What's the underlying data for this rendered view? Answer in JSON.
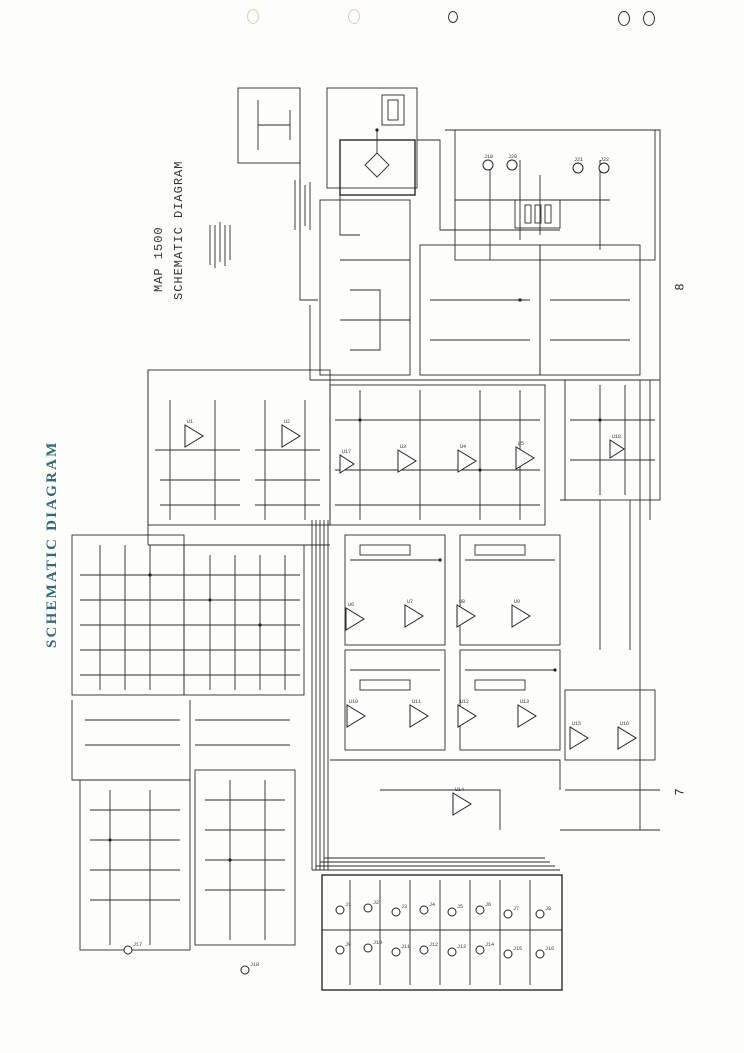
{
  "document": {
    "main_title": "SCHEMATIC DIAGRAM",
    "model_title": "MAP 1500",
    "sub_title": "SCHEMATIC DIAGRAM",
    "page_marks": [
      "7",
      "8"
    ]
  },
  "components": {
    "opamps": [
      "U1",
      "U2",
      "U3",
      "U4",
      "U5",
      "U6",
      "U7",
      "U8",
      "U9",
      "U10",
      "U11",
      "U12",
      "U13",
      "U14",
      "U15",
      "U16",
      "U17",
      "U18"
    ],
    "jacks": [
      "J1",
      "J2",
      "J3",
      "J4",
      "J5",
      "J6",
      "J7",
      "J8",
      "J9",
      "J10",
      "J11",
      "J12",
      "J13",
      "J14",
      "J15",
      "J16",
      "J17",
      "J18"
    ],
    "output_jacks": [
      "J19",
      "J20",
      "J21",
      "J22"
    ]
  },
  "colors": {
    "ink": "#2a2a2a",
    "title": "#2e6b7a",
    "paper": "#fdfdfb"
  }
}
